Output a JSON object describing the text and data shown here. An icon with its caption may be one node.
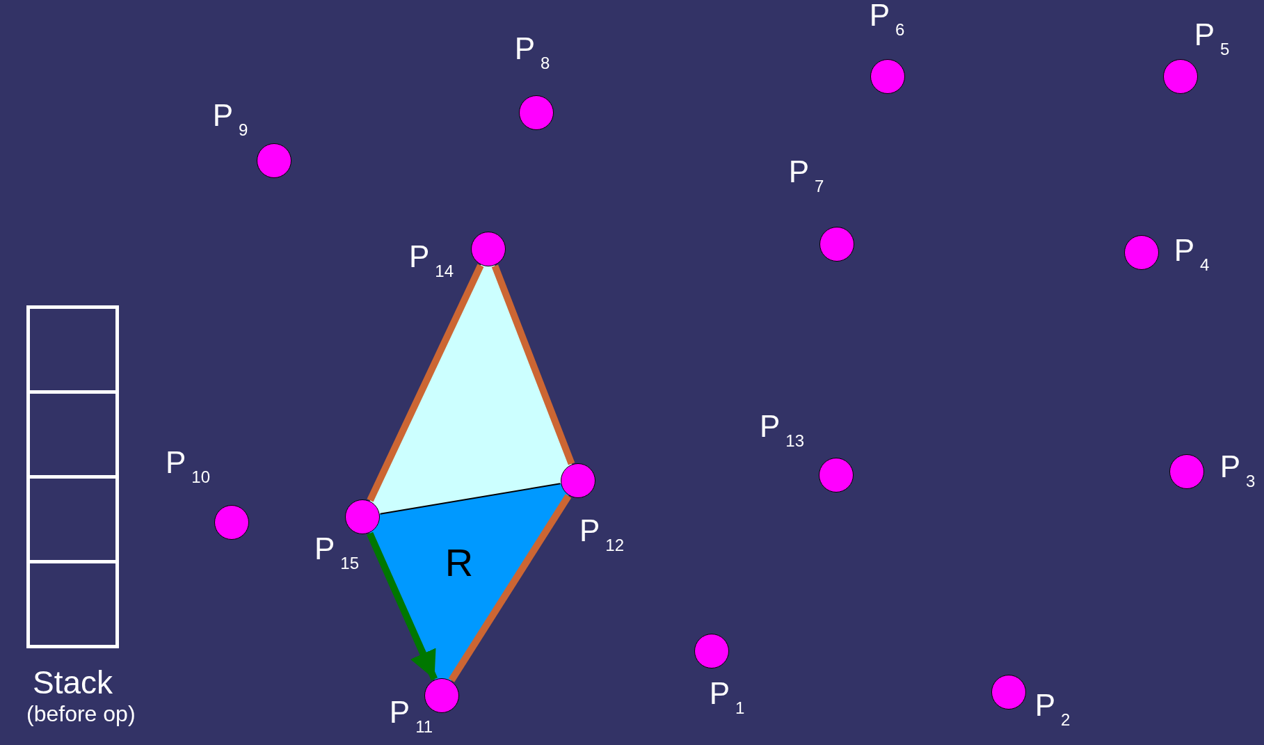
{
  "diagram": {
    "nodes": [
      {
        "text": [
          "P$_{1}$"
        ]
      },
      {
        "text": [
          "P$_{2}$"
        ]
      },
      {
        "text": [
          "P$_{3}$"
        ]
      },
      {
        "text": [
          "P$_{4}$"
        ]
      },
      {
        "text": [
          "P$_{5}$"
        ]
      },
      {
        "text": [
          "P$_{6}$"
        ]
      },
      {
        "text": [
          "P$_{7}$"
        ]
      },
      {
        "text": [
          "P$_{8}$"
        ]
      },
      {
        "text": [
          "P$_{9}$"
        ]
      },
      {
        "text": [
          "P$_{10}$"
        ]
      },
      {
        "text": [
          "P$_{11}$"
        ]
      },
      {
        "text": [
          "P$_{12}$"
        ]
      },
      {
        "text": [
          "P$_{13}$"
        ]
      },
      {
        "text": [
          "P$_{14}$"
        ]
      },
      {
        "text": [
          "P$_{15}$"
        ]
      },
      {
        "text": [
          "R"
        ]
      },
      {
        "text": [
          "Stack",
          "(before op)"
        ]
      },
      {
        "text": [],
        "shape": "box",
        "in": 16
      },
      {
        "text": [],
        "shape": "box",
        "in": 16
      },
      {
        "text": [],
        "shape": "box",
        "in": 16
      },
      {
        "text": [],
        "shape": "box",
        "in": 16
      }
    ],
    "edges": [
      {
        "from": 13,
        "to": 11,
        "arrow": "none",
        "color": "#cc6633"
      },
      {
        "from": 13,
        "to": 14,
        "arrow": "none",
        "color": "#cc6633"
      },
      {
        "from": 11,
        "to": 10,
        "arrow": "none",
        "color": "#cc6633"
      },
      {
        "from": 14,
        "to": 10,
        "arrow": "to",
        "color": "#007700"
      },
      {
        "from": 14,
        "to": 11,
        "arrow": "none",
        "color": "#000000"
      }
    ]
  }
}
